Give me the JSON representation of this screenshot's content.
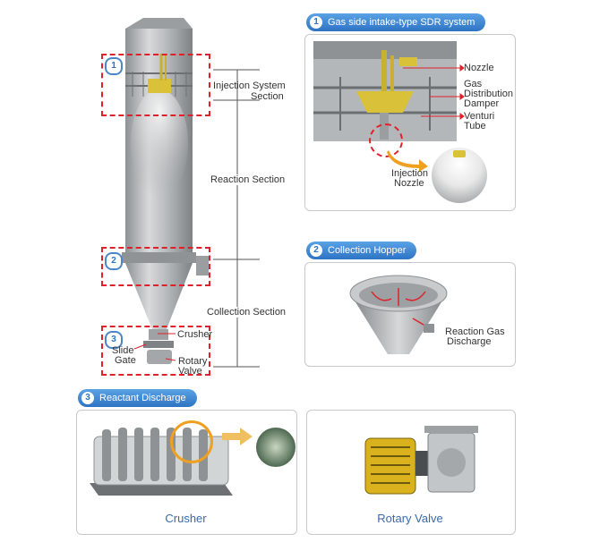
{
  "left_diagram": {
    "badges": [
      "1",
      "2",
      "3"
    ],
    "section_labels": {
      "injection_line1": "Injection System",
      "injection_line2": "Section",
      "reaction": "Reaction Section",
      "collection": "Collection Section"
    },
    "part_labels": {
      "crusher": "Crusher",
      "slide_line1": "Slide",
      "slide_line2": "Gate",
      "rotary_line1": "Rotary",
      "rotary_line2": "Valve"
    }
  },
  "panel1": {
    "number": "1",
    "title": "Gas side intake-type SDR system",
    "labels": {
      "nozzle": "Nozzle",
      "gas_line1": "Gas",
      "gas_line2": "Distribution",
      "gas_line3": "Damper",
      "venturi_line1": "Venturi",
      "venturi_line2": "Tube",
      "injection_line1": "Injection",
      "injection_line2": "Nozzle"
    }
  },
  "panel2": {
    "number": "2",
    "title": "Collection Hopper",
    "labels": {
      "reaction_line1": "Reaction Gas",
      "reaction_line2": "Discharge"
    }
  },
  "panel3": {
    "number": "3",
    "title": "Reactant Discharge",
    "crusher_caption": "Crusher",
    "rotary_caption": "Rotary Valve"
  },
  "colors": {
    "accent_blue": "#2f73c4",
    "highlight_red": "#e0202a",
    "steel_gray": "#a9acae",
    "yellow_part": "#d9c13a",
    "orange_circle": "#f0a020"
  }
}
